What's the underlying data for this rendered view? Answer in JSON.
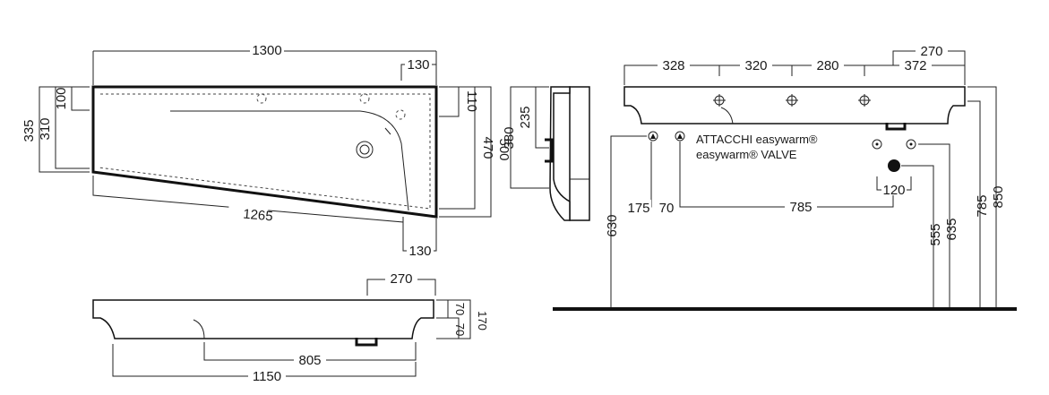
{
  "colors": {
    "ink": "#111111",
    "background": "#ffffff",
    "drain": "#111111"
  },
  "plan_view": {
    "overall_width": "1300",
    "front_length": "1265",
    "top_right_offset": "130",
    "bottom_right_offset": "130",
    "left_depth_outer": "335",
    "left_depth_inner": "310",
    "left_top": "100",
    "right_top": "110",
    "right_depth_inner": "470",
    "right_depth_outer": "500"
  },
  "side_view": {
    "height_380": "380",
    "height_235": "235"
  },
  "front_view": {
    "width_1150": "1150",
    "width_805": "805",
    "offset_270": "270",
    "height_70a": "70",
    "height_70b": "70",
    "height_170": "170"
  },
  "elevation": {
    "top_270": "270",
    "seg_328": "328",
    "seg_320": "320",
    "seg_280": "280",
    "seg_372": "372",
    "h_630": "630",
    "h_175": "175",
    "h_70": "70",
    "w_785": "785",
    "w_120": "120",
    "h_555": "555",
    "h_635": "635",
    "h_785": "785",
    "h_850": "850",
    "label_line1": "ATTACCHI easywarm®",
    "label_line2": "easywarm® VALVE"
  }
}
